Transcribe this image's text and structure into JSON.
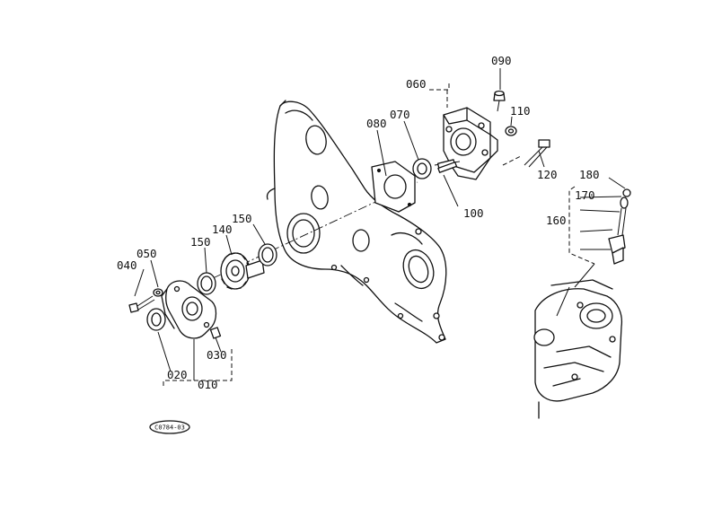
{
  "diagram": {
    "figure_code": "C0784-03",
    "parts": [
      {
        "id": "010",
        "label": "010"
      },
      {
        "id": "020",
        "label": "020"
      },
      {
        "id": "030",
        "label": "030"
      },
      {
        "id": "040",
        "label": "040"
      },
      {
        "id": "050",
        "label": "050"
      },
      {
        "id": "060",
        "label": "060"
      },
      {
        "id": "070",
        "label": "070"
      },
      {
        "id": "080",
        "label": "080"
      },
      {
        "id": "090",
        "label": "090"
      },
      {
        "id": "100",
        "label": "100"
      },
      {
        "id": "110",
        "label": "110"
      },
      {
        "id": "120",
        "label": "120"
      },
      {
        "id": "140",
        "label": "140"
      },
      {
        "id": "150a",
        "label": "150"
      },
      {
        "id": "150b",
        "label": "150"
      },
      {
        "id": "160",
        "label": "160"
      },
      {
        "id": "170",
        "label": "170"
      },
      {
        "id": "180",
        "label": "180"
      }
    ]
  }
}
